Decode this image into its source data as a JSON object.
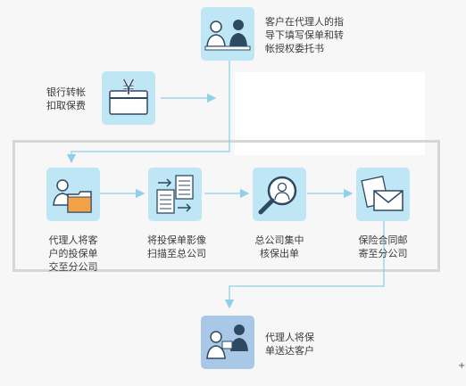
{
  "steps": {
    "customer_fills": {
      "label": "客户在代理人的指\n导下填写保单和转\n帐授权委托书",
      "icon": "customer-agent-icon"
    },
    "bank_transfer": {
      "label": "银行转帐\n扣取保费",
      "icon": "yen-card-icon"
    },
    "agent_submits": {
      "label": "代理人将客\n户的投保单\n交至分公司",
      "icon": "person-folder-icon"
    },
    "scan_upload": {
      "label": "将投保单影像\n扫描至总公司",
      "icon": "document-scan-icon"
    },
    "head_office_review": {
      "label": "总公司集中\n核保出单",
      "icon": "magnifier-person-icon"
    },
    "mail_contract": {
      "label": "保险合同邮\n寄至分公司",
      "icon": "envelope-icon"
    },
    "deliver_policy": {
      "label": "代理人将保\n单送达客户",
      "icon": "handover-icon"
    }
  },
  "colors": {
    "icon_bg": "#bfe6f4",
    "icon_bg_dark": "#a9c8e8",
    "arrow": "#8fd0ea",
    "figure": "#2e4a62",
    "frame": "#d6d6d6"
  },
  "corner_mark": "+"
}
